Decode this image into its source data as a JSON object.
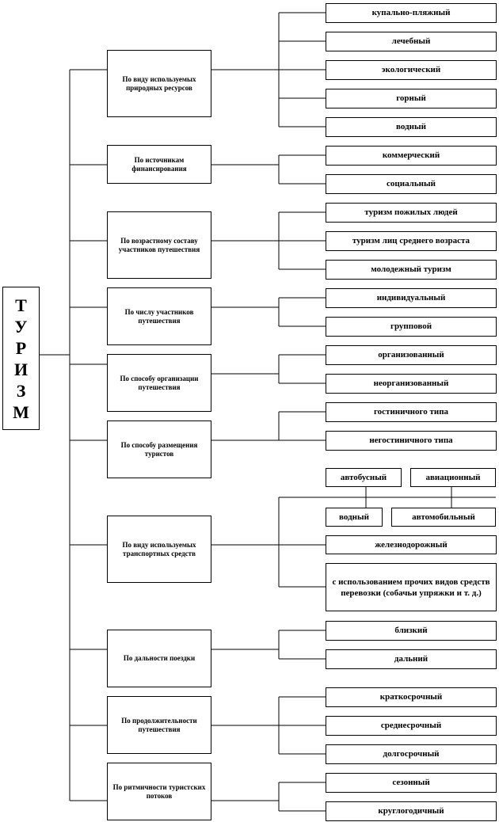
{
  "root": {
    "letters": [
      "Т",
      "У",
      "Р",
      "И",
      "З",
      "М"
    ]
  },
  "categories": [
    {
      "label": "По виду используемых природных ресурсов",
      "leaves": [
        "купально-пляжный",
        "лечебный",
        "экологический",
        "горный",
        "водный"
      ]
    },
    {
      "label": "По источникам финансирования",
      "leaves": [
        "коммерческий",
        "социальный"
      ]
    },
    {
      "label": "По возрастному составу участников путешествия",
      "leaves": [
        "туризм пожилых людей",
        "туризм лиц среднего возраста",
        "молодежный туризм"
      ]
    },
    {
      "label": "По числу участников путешествия",
      "leaves": [
        "индивидуальный",
        "групповой"
      ]
    },
    {
      "label": "По способу организации путешествия",
      "leaves": [
        "организованный",
        "неорганизованный"
      ]
    },
    {
      "label": "По способу размещения туристов",
      "leaves": [
        "гостиничного типа",
        "негостиничного типа"
      ]
    },
    {
      "label": "По виду используемых транспортных средств",
      "leaves": [
        "автобусный",
        "авиационный",
        "водный",
        "автомобильный",
        "железнодорожный",
        "с использованием прочих видов средств перевозки (собачьи упряжки и т. д.)"
      ]
    },
    {
      "label": "По дальности поездки",
      "leaves": [
        "близкий",
        "дальний"
      ]
    },
    {
      "label": "По продолжительности путешествия",
      "leaves": [
        "краткосрочный",
        "среднесрочный",
        "долгосрочный"
      ]
    },
    {
      "label": "По ритмичности туристских потоков",
      "leaves": [
        "сезонный",
        "круглогодичный"
      ]
    }
  ]
}
